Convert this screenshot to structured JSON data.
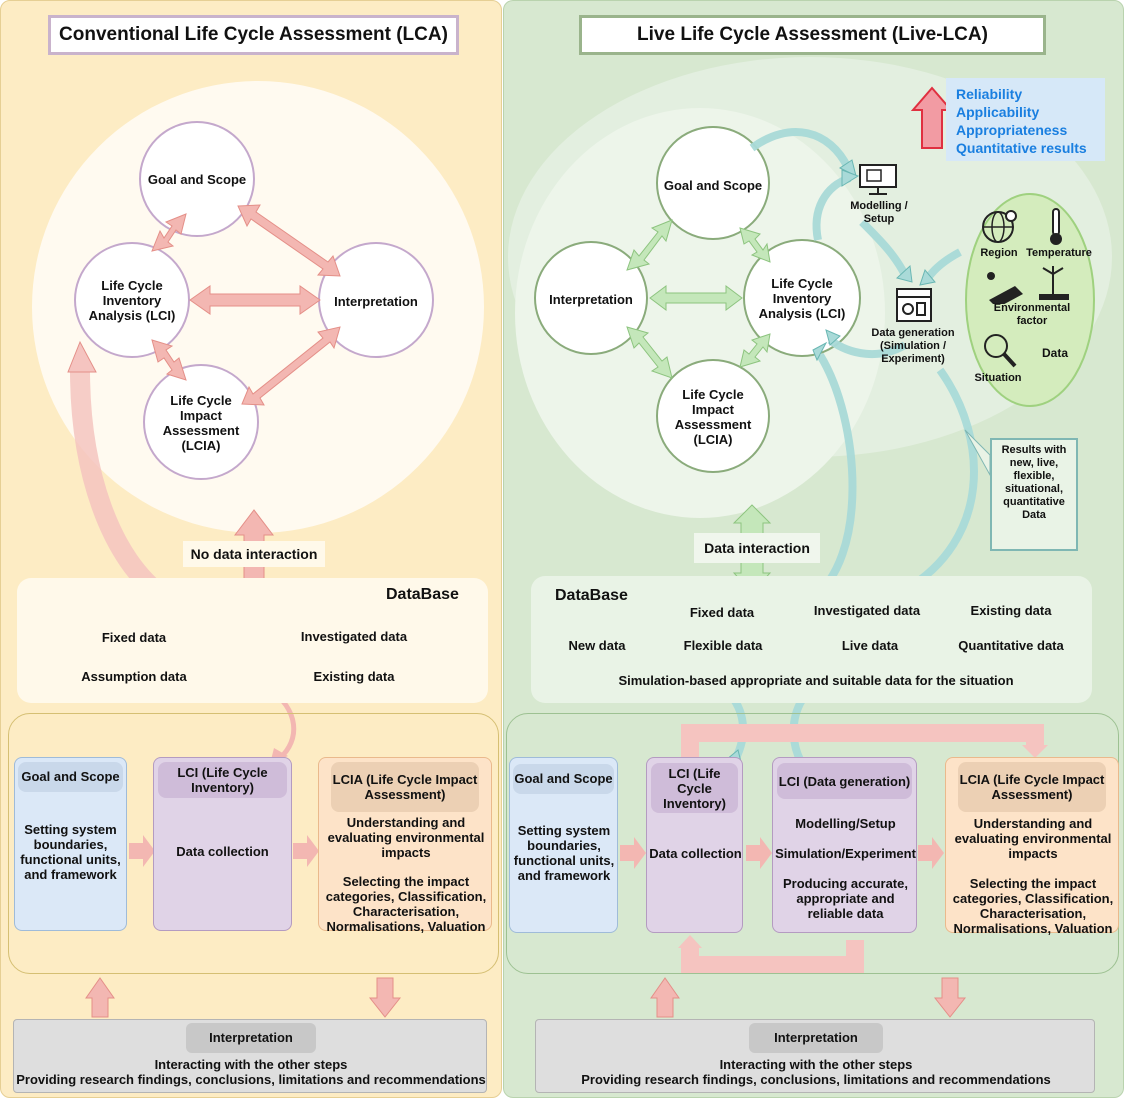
{
  "lca": {
    "title": "Conventional Life Cycle Assessment (LCA)",
    "circle_goal": "Goal and Scope",
    "circle_lci": "Life Cycle Inventory Analysis (LCI)",
    "circle_interp": "Interpretation",
    "circle_lcia": "Life Cycle Impact Assessment (LCIA)",
    "no_interaction": "No data interaction",
    "db_title": "DataBase",
    "db_fixed": "Fixed data",
    "db_investigated": "Investigated data",
    "db_assumption": "Assumption data",
    "db_existing": "Existing data",
    "step_goal_title": "Goal and Scope",
    "step_goal_text": "Setting system boundaries, functional units, and framework",
    "step_lci_title": "LCI (Life Cycle Inventory)",
    "step_lci_text": "Data collection",
    "step_lcia_title": "LCIA (Life Cycle Impact Assessment)",
    "step_lcia_text1": "Understanding and evaluating environmental impacts",
    "step_lcia_text2": "Selecting the impact categories, Classification, Characterisation, Normalisations, Valuation",
    "interp_title": "Interpretation",
    "interp_line1": "Interacting with the other steps",
    "interp_line2": "Providing research findings, conclusions, limitations and recommendations"
  },
  "live": {
    "title": "Live Life Cycle Assessment (Live-LCA)",
    "benefits": [
      "Reliability",
      "Applicability",
      "Appropriateness",
      "Quantitative results"
    ],
    "circle_goal": "Goal and Scope",
    "circle_interp": "Interpretation",
    "circle_lci": "Life Cycle Inventory Analysis (LCI)",
    "circle_lcia": "Life Cycle Impact Assessment (LCIA)",
    "modelling": "Modelling / Setup",
    "datagen": "Data generation (Simulation / Experiment)",
    "region": "Region",
    "temperature": "Temperature",
    "env_factor": "Environmental factor",
    "data": "Data",
    "situation": "Situation",
    "results": "Results with new, live, flexible, situational, quantitative Data",
    "data_interaction": "Data interaction",
    "db_title": "DataBase",
    "db_fixed": "Fixed data",
    "db_investigated": "Investigated data",
    "db_existing": "Existing data",
    "db_new": "New data",
    "db_flexible": "Flexible data",
    "db_live": "Live data",
    "db_quantitative": "Quantitative data",
    "db_sim": "Simulation-based appropriate and suitable data for the situation",
    "step_goal_title": "Goal and Scope",
    "step_goal_text": "Setting system boundaries, functional units, and framework",
    "step_lci_title": "LCI (Life Cycle Inventory)",
    "step_lci_text": "Data collection",
    "step_dg_title": "LCI (Data generation)",
    "step_dg_1": "Modelling/Setup",
    "step_dg_2": "Simulation/Experiment",
    "step_dg_3": "Producing accurate, appropriate and reliable data",
    "step_lcia_title": "LCIA (Life Cycle Impact Assessment)",
    "step_lcia_text1": "Understanding and evaluating environmental impacts",
    "step_lcia_text2": "Selecting the impact categories, Classification, Characterisation, Normalisations, Valuation",
    "interp_title": "Interpretation",
    "interp_line1": "Interacting with the other steps",
    "interp_line2": "Providing research findings, conclusions, limitations and recommendations"
  },
  "colors": {
    "left_panel": "#fdecc4",
    "right_panel": "#d7e8d0",
    "pink_arrow": "#f3b7b2",
    "green_arrow": "#bfe3b6",
    "teal_arrow": "#a9dad8",
    "blue_text": "#1a7fe0"
  }
}
